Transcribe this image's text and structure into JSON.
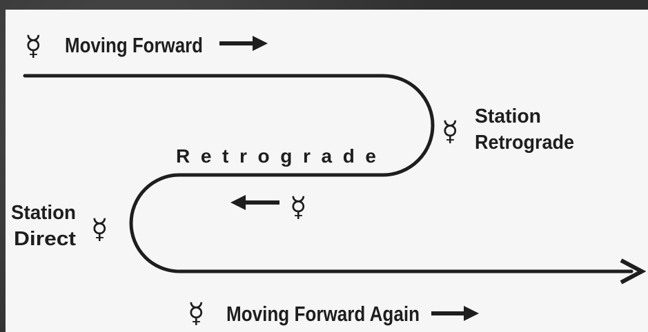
{
  "labels": {
    "moving_forward": "Moving Forward",
    "station_retrograde_line1": "Station",
    "station_retrograde_line2": "Retrograde",
    "retrograde": "R e t r o g r a d e",
    "station_direct_line1": "Station",
    "station_direct_line2": "Direct",
    "moving_forward_again": "Moving Forward Again"
  },
  "symbols": {
    "mercury": "☿"
  },
  "colors": {
    "ink": "#1e1e1e",
    "panel": "#f6f6f6",
    "frame": "#333333"
  },
  "icons": [
    "mercury-symbol-icon",
    "arrow-right-icon",
    "arrow-left-icon"
  ]
}
